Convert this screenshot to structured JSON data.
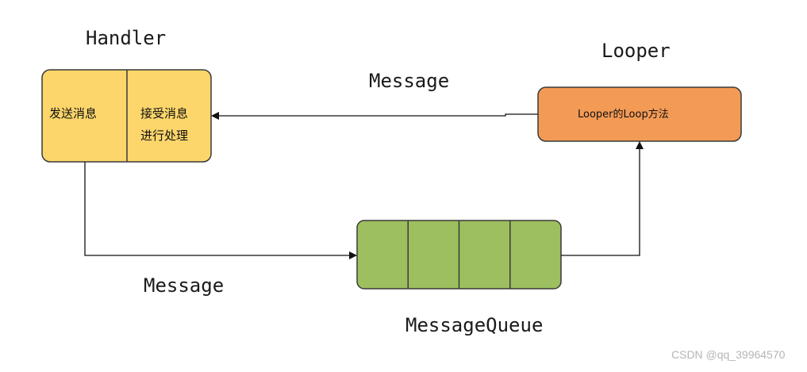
{
  "handler": {
    "title": "Handler",
    "send_label": "发送消息",
    "receive_line1": "接受消息",
    "receive_line2": "进行处理",
    "fill_color": "#FCD66B",
    "border_color": "#3a3a3a"
  },
  "looper": {
    "title": "Looper",
    "method_label": "Looper的Loop方法",
    "fill_color": "#F39A55"
  },
  "queue": {
    "title": "MessageQueue",
    "fill_color": "#9DBF5F",
    "slot_count": 4
  },
  "arrows": {
    "top_label": "Message",
    "bottom_label": "Message"
  },
  "watermark": {
    "text": "CSDN @qq_39964570"
  }
}
